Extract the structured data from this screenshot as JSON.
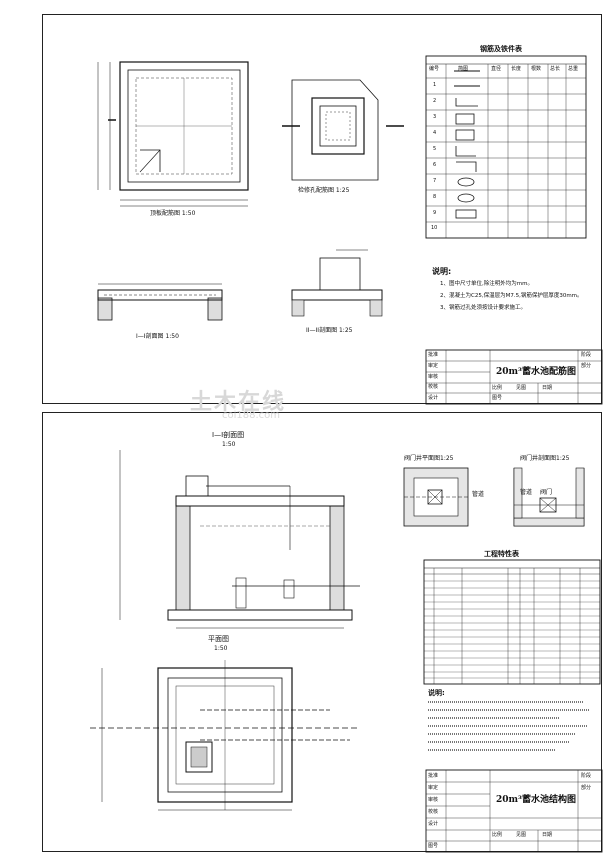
{
  "top": {
    "table_title": "钢筋及铁件表",
    "table_headers": [
      "编号",
      "简图",
      "直径",
      "长度",
      "根数",
      "总长",
      "总重"
    ],
    "rows": [
      "1",
      "2",
      "3",
      "4",
      "5",
      "6",
      "7",
      "8",
      "9",
      "10"
    ],
    "notes_title": "说明:",
    "notes": [
      "1、图中尺寸单位,除注明外均为mm。",
      "2、混凝土为C25,保温层为M7.5,钢筋保护层厚度30mm。",
      "3、钢筋过孔处须按设计要求施工。"
    ],
    "views": {
      "plan": "顶板配筋图 1:50",
      "detail": "检修孔配筋图 1:25",
      "section1": "I—I剖面图 1:50",
      "section2": "II—II剖面图 1:25"
    },
    "title_block": {
      "rows": [
        "批准",
        "审定",
        "审核",
        "校核",
        "设计"
      ],
      "right_top": [
        "阶段",
        "部分"
      ],
      "drawing_title": "20m³蓄水池配筋图",
      "bottom": [
        "比例",
        "见图",
        "日期",
        "图号"
      ]
    }
  },
  "bottom": {
    "views": {
      "section": "I—I剖面图",
      "section_scale": "1:50",
      "plan": "平面图",
      "plan_scale": "1:50",
      "valve_plan": "阀门井平面图1:25",
      "valve_section": "阀门井剖面图1:25"
    },
    "valve_labels": [
      "管道",
      "阀门"
    ],
    "table_title": "工程特性表",
    "notes_title": "说明:",
    "title_block": {
      "rows": [
        "批准",
        "审定",
        "审核",
        "校核",
        "设计"
      ],
      "right_top": [
        "阶段",
        "部分"
      ],
      "drawing_title": "20m³蓄水池结构图",
      "bottom": [
        "比例",
        "见图",
        "日期",
        "图号"
      ]
    }
  },
  "watermark": {
    "text": "土木在线",
    "sub": "coi188.com"
  }
}
